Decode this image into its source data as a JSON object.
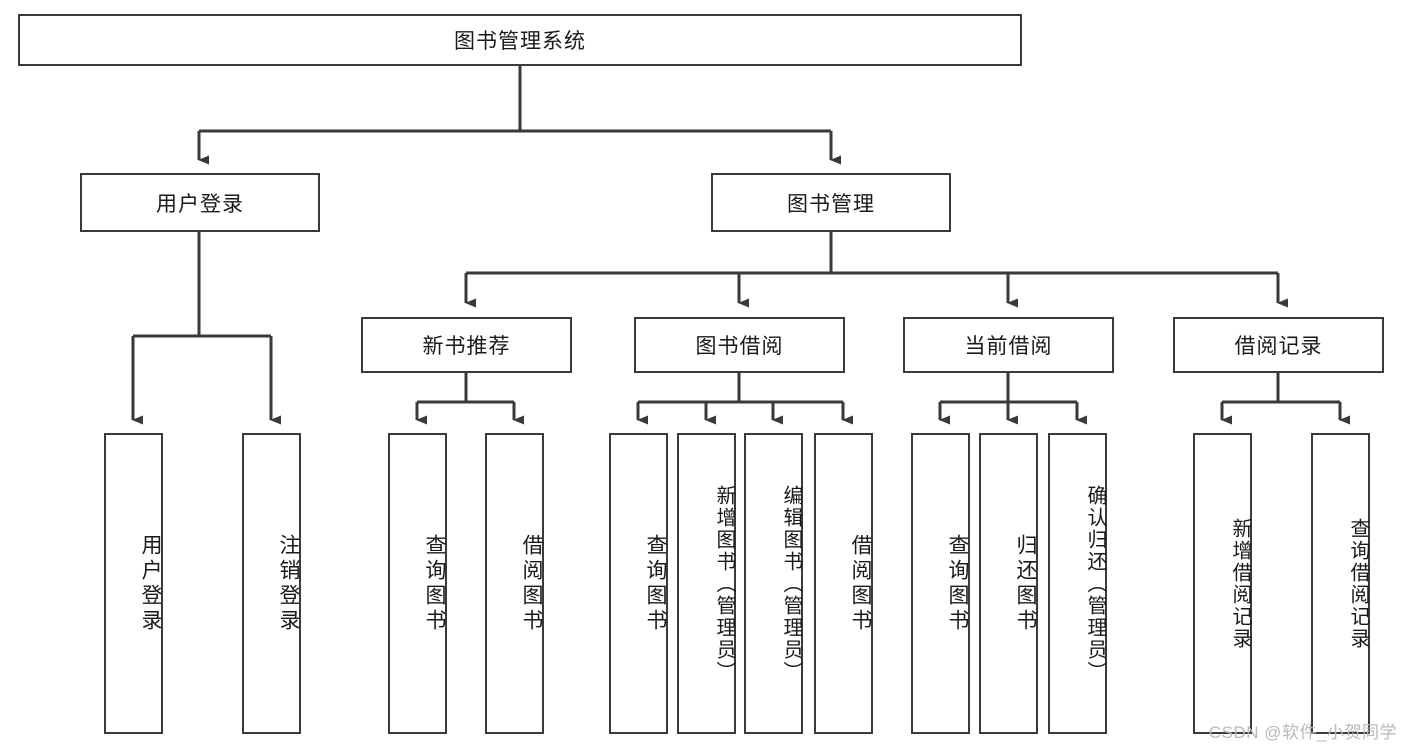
{
  "diagram": {
    "type": "tree-flowchart",
    "root": {
      "id": "root",
      "label": "图书管理系统"
    },
    "level2": [
      {
        "id": "user-login",
        "label": "用户登录"
      },
      {
        "id": "book-management",
        "label": "图书管理"
      }
    ],
    "level3": [
      {
        "id": "new-book-recommend",
        "label": "新书推荐"
      },
      {
        "id": "book-borrow",
        "label": "图书借阅"
      },
      {
        "id": "current-borrow",
        "label": "当前借阅"
      },
      {
        "id": "borrow-record",
        "label": "借阅记录"
      }
    ],
    "leaves": [
      {
        "id": "leaf-user-login",
        "label": "用户登录",
        "parent": "user-login"
      },
      {
        "id": "leaf-logout-login",
        "label": "注销登录",
        "parent": "user-login"
      },
      {
        "id": "leaf-query-book-1",
        "label": "查询图书",
        "parent": "new-book-recommend"
      },
      {
        "id": "leaf-borrow-book-1",
        "label": "借阅图书",
        "parent": "new-book-recommend"
      },
      {
        "id": "leaf-query-book-2",
        "label": "查询图书",
        "parent": "book-borrow"
      },
      {
        "id": "leaf-add-book-admin",
        "label": "新增图书（管理员）",
        "parent": "book-borrow"
      },
      {
        "id": "leaf-edit-book-admin",
        "label": "编辑图书（管理员）",
        "parent": "book-borrow"
      },
      {
        "id": "leaf-borrow-book-2",
        "label": "借阅图书",
        "parent": "book-borrow"
      },
      {
        "id": "leaf-query-book-3",
        "label": "查询图书",
        "parent": "current-borrow"
      },
      {
        "id": "leaf-return-book",
        "label": "归还图书",
        "parent": "current-borrow"
      },
      {
        "id": "leaf-confirm-return-admin",
        "label": "确认归还（管理员）",
        "parent": "current-borrow"
      },
      {
        "id": "leaf-add-borrow-record",
        "label": "新增借阅记录",
        "parent": "borrow-record"
      },
      {
        "id": "leaf-query-borrow-record",
        "label": "查询借阅记录",
        "parent": "borrow-record"
      }
    ],
    "colors": {
      "stroke": "#3a3a3a",
      "fill": "#ffffff",
      "text": "#1a1a1a",
      "watermark": "#b9b9b9"
    }
  },
  "watermark": {
    "text": "CSDN @软件_小贺同学"
  }
}
